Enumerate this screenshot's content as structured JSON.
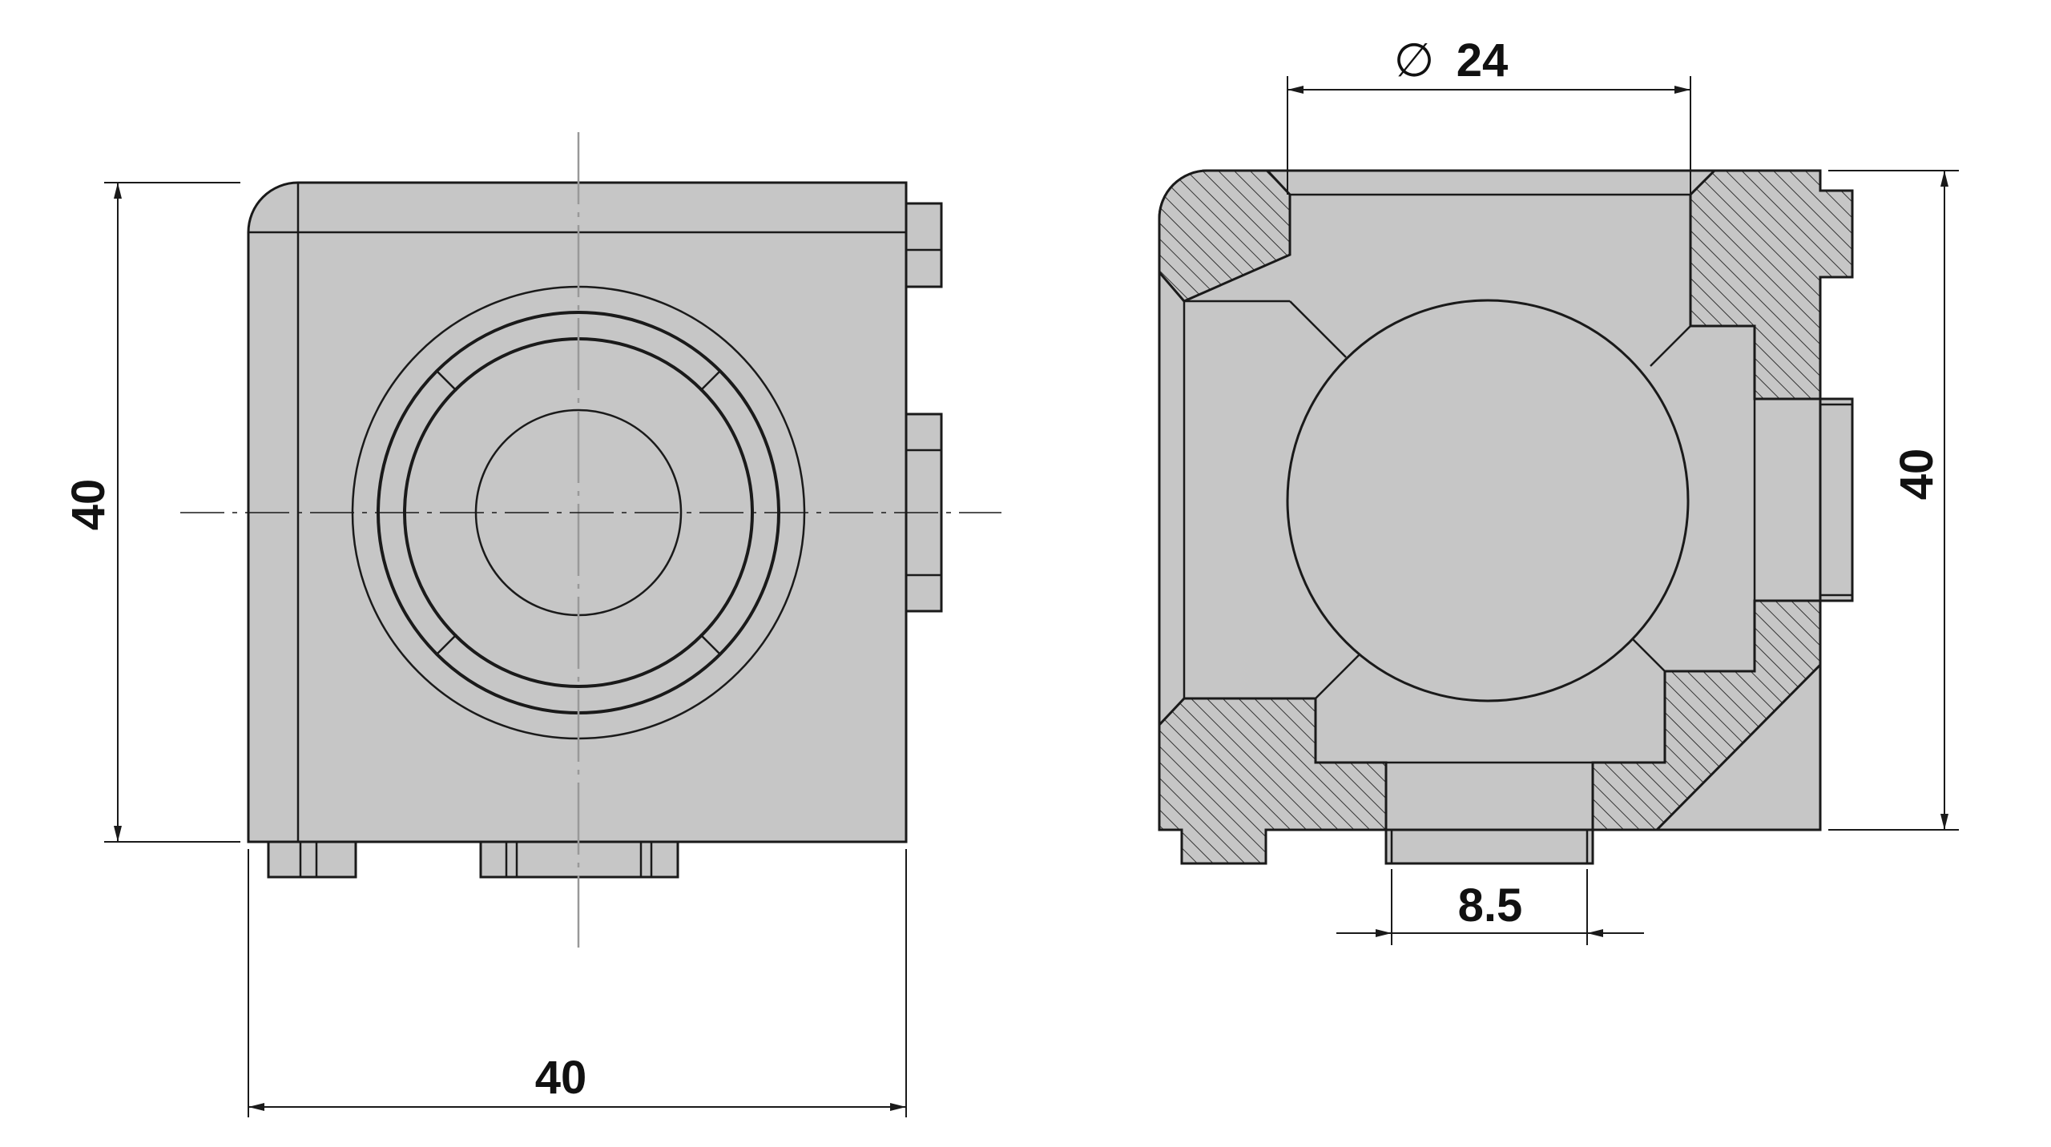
{
  "front_view": {
    "width_label": "40",
    "height_label": "40"
  },
  "section_view": {
    "diameter_symbol": "∅",
    "diameter_value": "24",
    "height_label": "40",
    "slot_width_label": "8.5"
  }
}
